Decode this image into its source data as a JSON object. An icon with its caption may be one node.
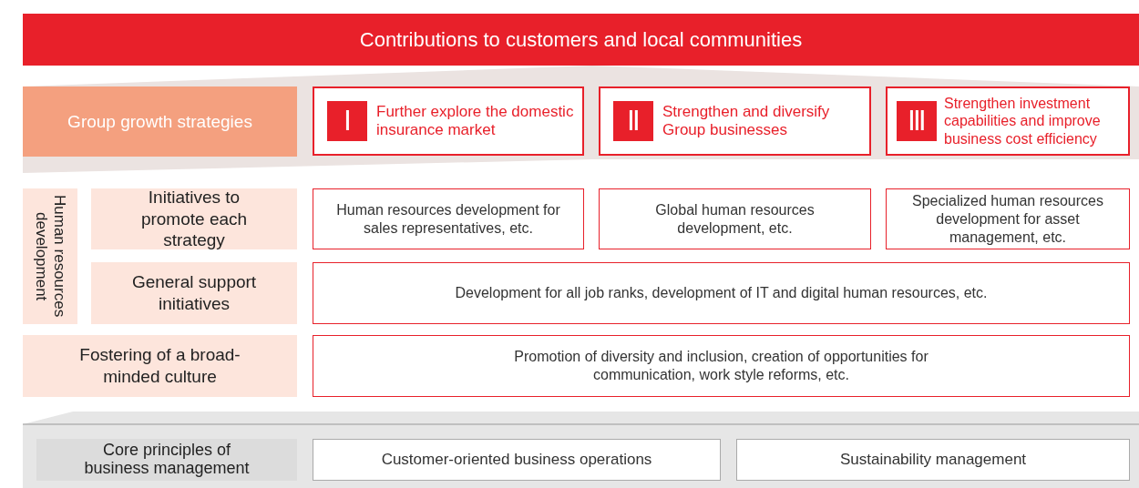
{
  "diagram": {
    "nodes": [
      {
        "text": [
          "Contributions to customers and local communities"
        ]
      },
      {
        "text": [
          "Group growth strategies"
        ]
      },
      {
        "text": [
          "Ⅰ",
          "Further explore the domestic insurance market"
        ]
      },
      {
        "text": [
          "Ⅱ",
          "Strengthen and diversify Group businesses"
        ]
      },
      {
        "text": [
          "Ⅲ",
          "Strengthen investment capabilities and improve business cost efficiency"
        ]
      },
      {
        "text": [
          "Human resources development"
        ]
      },
      {
        "text": [
          "Initiatives to promote each strategy"
        ]
      },
      {
        "text": [
          "Human resources development for sales representatives, etc."
        ]
      },
      {
        "text": [
          "Global human resources development, etc."
        ]
      },
      {
        "text": [
          "Specialized human resources development for asset management, etc."
        ]
      },
      {
        "text": [
          "General support initiatives"
        ]
      },
      {
        "text": [
          "Development for all job ranks, development of IT and digital human resources, etc."
        ]
      },
      {
        "text": [
          "Fostering of a broad-minded culture"
        ]
      },
      {
        "text": [
          "Promotion of diversity and inclusion, creation of opportunities for communication, work style reforms, etc."
        ]
      },
      {
        "text": [
          "Core principles of business management"
        ]
      },
      {
        "text": [
          "Customer-oriented business operations"
        ]
      },
      {
        "text": [
          "Sustainability management"
        ]
      }
    ]
  }
}
